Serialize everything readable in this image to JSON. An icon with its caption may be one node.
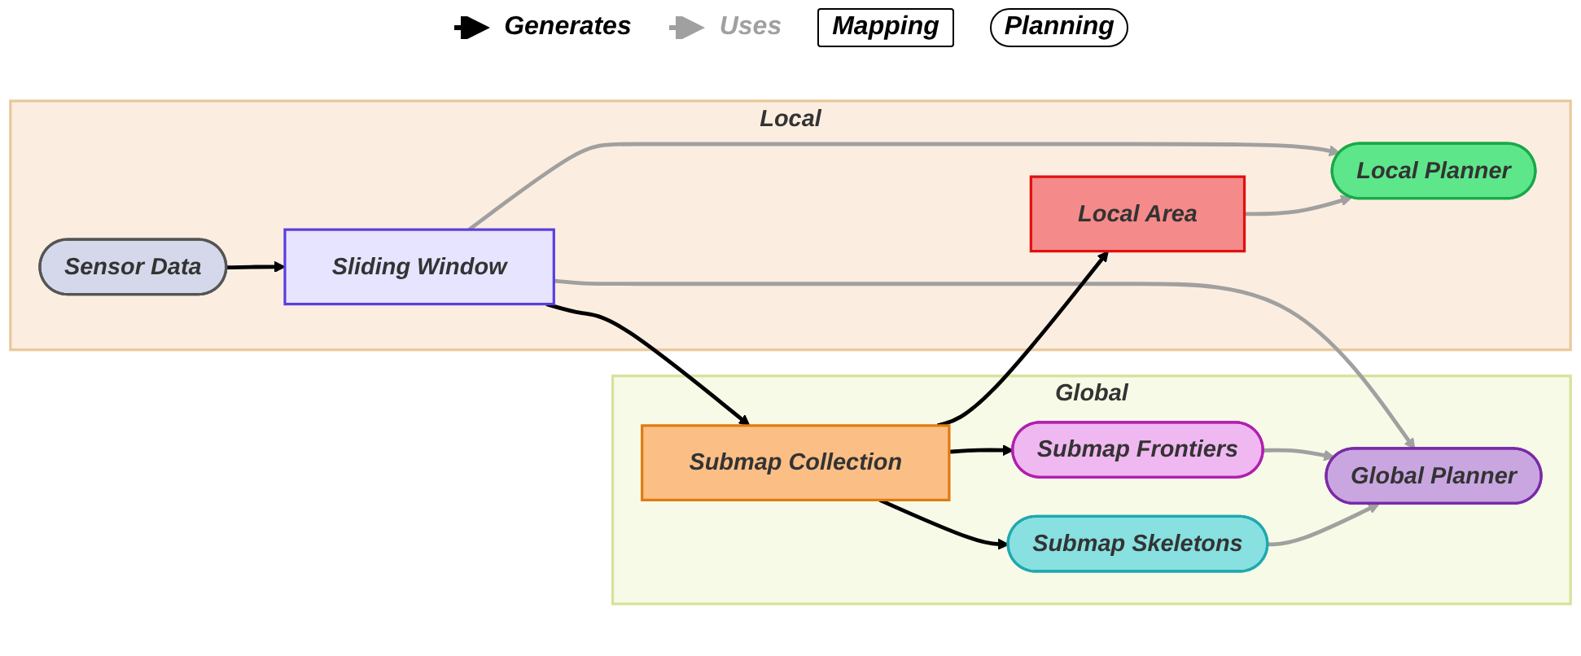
{
  "diagram": {
    "nodes": [
      {
        "text": [
          "Local"
        ]
      },
      {
        "text": [
          "Global"
        ]
      },
      {
        "text": [
          "Local Planner"
        ],
        "in": 0
      },
      {
        "text": [
          "Sensor Data"
        ],
        "in": 0
      },
      {
        "text": [
          "Sliding Window"
        ],
        "in": 0
      },
      {
        "text": [
          "Local Area"
        ],
        "in": 0
      },
      {
        "text": [
          "Global Planner"
        ],
        "in": 1
      },
      {
        "text": [
          "Submap Frontiers"
        ],
        "in": 1
      },
      {
        "text": [
          "Submap Collection"
        ],
        "in": 1
      },
      {
        "text": [
          "Submap Skeletons"
        ],
        "in": 1
      }
    ],
    "edges": [
      {
        "from": 3,
        "to": 4,
        "arrow": "to"
      },
      {
        "from": 4,
        "to": 2,
        "arrow": "to",
        "color": "#a0a0a0"
      },
      {
        "from": 5,
        "to": 2,
        "arrow": "to",
        "color": "#a0a0a0"
      },
      {
        "from": 4,
        "to": 6,
        "arrow": "to",
        "color": "#a0a0a0"
      },
      {
        "from": 7,
        "to": 6,
        "arrow": "to",
        "color": "#a0a0a0"
      },
      {
        "from": 9,
        "to": 6,
        "arrow": "to",
        "color": "#a0a0a0"
      },
      {
        "from": 4,
        "to": 8,
        "arrow": "to"
      },
      {
        "from": 8,
        "to": 7,
        "arrow": "to"
      },
      {
        "from": 8,
        "to": 9,
        "arrow": "to"
      },
      {
        "from": 8,
        "to": 5,
        "arrow": "to"
      }
    ],
    "legend": [
      {
        "text": "Generates"
      },
      {
        "text": "Uses"
      },
      {
        "text": "Mapping"
      },
      {
        "text": "Planning"
      }
    ]
  }
}
